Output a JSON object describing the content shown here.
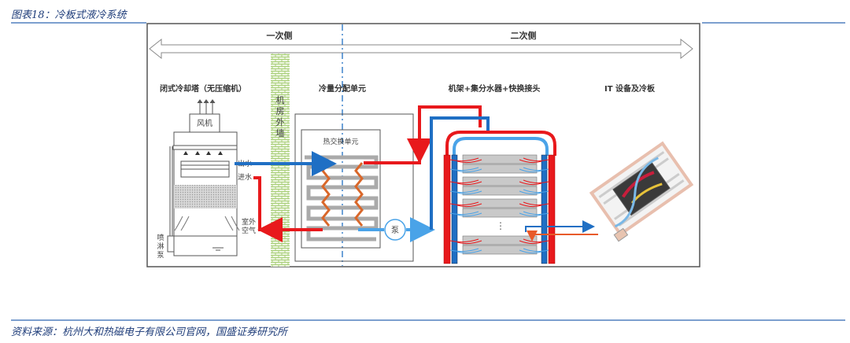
{
  "figure": {
    "title": "图表18：冷板式液冷系统",
    "source": "资料来源：杭州大和热磁电子有限公司官网，国盛证券研究所"
  },
  "diagram": {
    "primary_side_label": "一次侧",
    "secondary_side_label": "二次侧",
    "sections": {
      "cooling_tower": {
        "title": "闭式冷却塔（无压缩机）",
        "fan_label": "风机",
        "outlet_label": "出水",
        "inlet_label": "进水",
        "outdoor_air_label_1": "室外",
        "outdoor_air_label_2": "空气",
        "spray_pump_label_1": "喷",
        "spray_pump_label_2": "淋",
        "spray_pump_label_3": "泵"
      },
      "wall": {
        "label_1": "机",
        "label_2": "房",
        "label_3": "外",
        "label_4": "墙"
      },
      "cdu": {
        "title": "冷量分配单元",
        "heat_exchanger_label": "热交换单元",
        "pump_label": "泵"
      },
      "rack": {
        "title": "机架+集分水器+快换接头",
        "ellipsis": "⋮"
      },
      "it_equipment": {
        "title": "IT 设备及冷板"
      }
    },
    "colors": {
      "hot": "#e8191c",
      "cold": "#1f6fc4",
      "light_cold": "#4aa3e8",
      "wave": "#d9672a",
      "wall_green": "#b8d88a",
      "title_blue": "#1f3d7a",
      "rule_blue": "#7d9fcf"
    }
  }
}
